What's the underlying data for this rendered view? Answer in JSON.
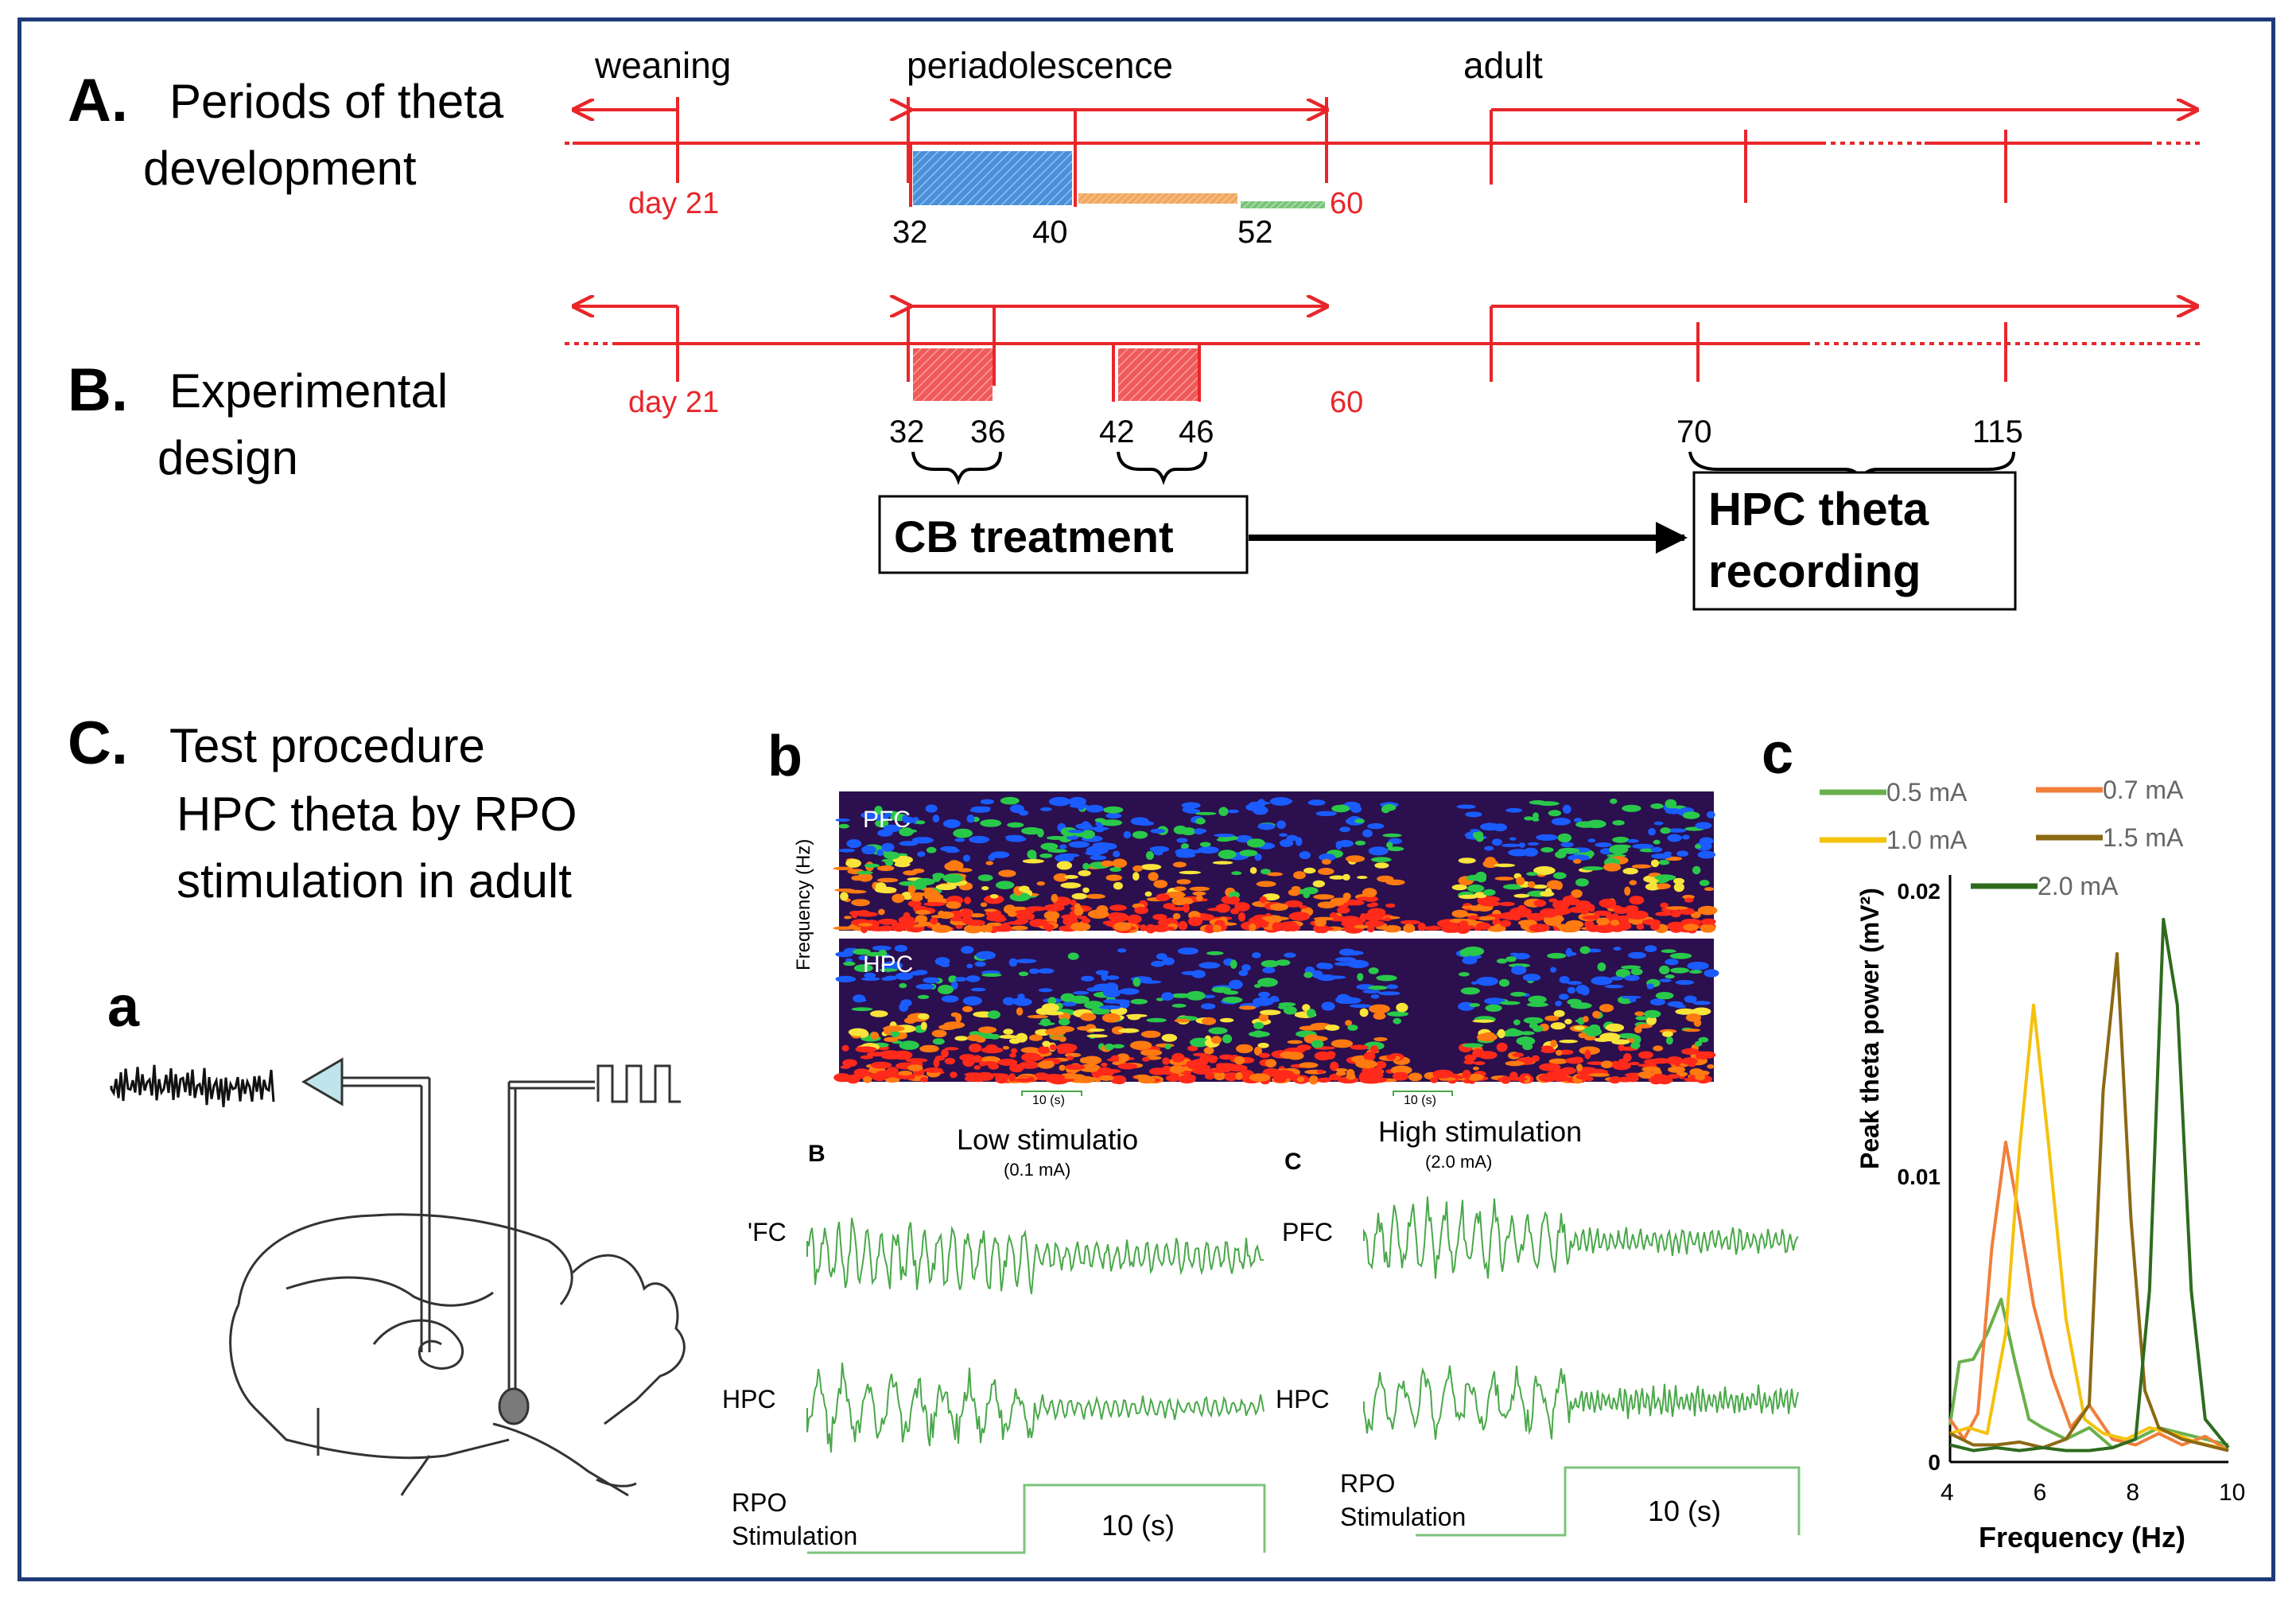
{
  "panel_a": {
    "letter": "A.",
    "title_line1": "Periods of theta",
    "title_line2": "development",
    "period_weaning": "weaning",
    "period_periadolescence": "periadolescence",
    "period_adult": "adult",
    "day21": "day 21",
    "ticks": [
      "32",
      "40",
      "52",
      "60"
    ]
  },
  "panel_b": {
    "letter": "B.",
    "title_line1": "Experimental",
    "title_line2": "design",
    "day21": "day 21",
    "ticks": [
      "32",
      "36",
      "42",
      "46",
      "60",
      "70",
      "115"
    ],
    "cb_treatment": "CB treatment",
    "hpc_line1": "HPC theta",
    "hpc_line2": "recording"
  },
  "panel_c": {
    "letter": "C.",
    "title_line1": "Test procedure",
    "title_line2": "HPC theta by RPO",
    "title_line3": "stimulation in adult",
    "sub_a": "a",
    "sub_b": "b",
    "sub_c": "c"
  },
  "spectrogram": {
    "pfc": "PFC",
    "hpc": "HPC",
    "ylabel": "Frequency (Hz)",
    "marker": "10 (s)"
  },
  "traces": {
    "left_letter": "B",
    "left_title": "Low stimulatio",
    "left_sub": "(0.1 mA)",
    "right_letter": "C",
    "right_title": "High stimulation",
    "right_sub": "(2.0 mA)",
    "left_pfc": "'FC",
    "pfc": "PFC",
    "hpc": "HPC",
    "rpo": "RPO",
    "stimulation": "Stimulation",
    "duration": "10 (s)"
  },
  "colors": {
    "timeline": "#e8262a",
    "frame": "#1e3a78",
    "blue_period": "#4a90d9",
    "orange_period": "#f0a860",
    "green_period": "#7cc47c",
    "treatment": "#f05a5a",
    "trace": "#4aa84a",
    "spectro_bg": "#2b0f4f"
  },
  "chart_data": {
    "type": "line",
    "xlabel": "Frequency (Hz)",
    "ylabel": "Peak theta power (mV²)",
    "xlim": [
      4,
      10
    ],
    "ylim": [
      0,
      0.02
    ],
    "x_ticks": [
      "4",
      "6",
      "8",
      "10"
    ],
    "y_ticks": [
      "0",
      "0.01",
      "0.02"
    ],
    "legend_placement": "top",
    "series": [
      {
        "name": "0.5 mA",
        "color": "#6ab04c",
        "x": [
          4,
          4.2,
          4.5,
          4.8,
          5.1,
          5.4,
          5.7,
          6.0,
          6.5,
          7.0,
          7.5,
          8.0,
          8.5,
          9.0,
          9.5,
          10
        ],
        "y": [
          0.0013,
          0.0035,
          0.0036,
          0.0045,
          0.0057,
          0.0035,
          0.0015,
          0.0012,
          0.0008,
          0.0012,
          0.0005,
          0.0008,
          0.0012,
          0.001,
          0.0008,
          0.0006
        ]
      },
      {
        "name": "0.7 mA",
        "color": "#f07f3c",
        "x": [
          4,
          4.3,
          4.6,
          4.9,
          5.2,
          5.5,
          5.8,
          6.2,
          6.6,
          7.0,
          7.5,
          8.0,
          8.5,
          9.0,
          9.5,
          10
        ],
        "y": [
          0.0015,
          0.0008,
          0.0017,
          0.0075,
          0.0112,
          0.0085,
          0.0055,
          0.003,
          0.0012,
          0.002,
          0.0008,
          0.0006,
          0.001,
          0.0006,
          0.0009,
          0.0004
        ]
      },
      {
        "name": "1.0 mA",
        "color": "#f4c20d",
        "x": [
          4,
          4.4,
          4.8,
          5.2,
          5.5,
          5.8,
          6.1,
          6.5,
          6.9,
          7.3,
          7.8,
          8.3,
          8.8,
          9.3,
          9.8,
          10
        ],
        "y": [
          0.001,
          0.0012,
          0.001,
          0.0045,
          0.011,
          0.016,
          0.0115,
          0.005,
          0.0015,
          0.001,
          0.0008,
          0.0012,
          0.001,
          0.0007,
          0.0005,
          0.0004
        ]
      },
      {
        "name": "1.5 mA",
        "color": "#8b6914",
        "x": [
          4,
          4.5,
          5.0,
          5.5,
          6.0,
          6.5,
          7.0,
          7.3,
          7.6,
          7.9,
          8.2,
          8.5,
          9.0,
          9.5,
          10
        ],
        "y": [
          0.001,
          0.0006,
          0.0006,
          0.0007,
          0.0005,
          0.0008,
          0.002,
          0.013,
          0.0178,
          0.0085,
          0.0025,
          0.0012,
          0.0008,
          0.0006,
          0.0004
        ]
      },
      {
        "name": "2.0 mA",
        "color": "#2e6b1e",
        "x": [
          4,
          4.5,
          5.0,
          5.5,
          6.0,
          6.5,
          7.0,
          7.5,
          8.0,
          8.3,
          8.6,
          8.9,
          9.2,
          9.5,
          10
        ],
        "y": [
          0.0006,
          0.0004,
          0.0005,
          0.0004,
          0.0005,
          0.0004,
          0.0004,
          0.0005,
          0.0008,
          0.006,
          0.019,
          0.016,
          0.006,
          0.0015,
          0.0005
        ]
      }
    ]
  }
}
